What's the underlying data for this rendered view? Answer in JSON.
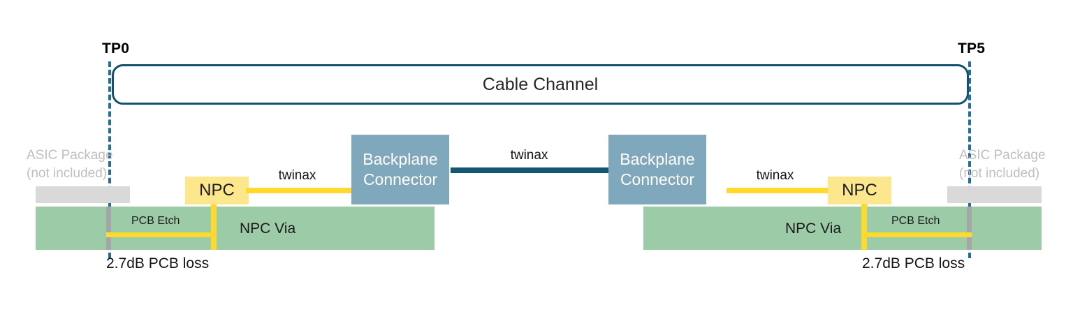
{
  "diagram": {
    "title": "Cable Channel link budget diagram",
    "testpoints": {
      "left_label": "TP0",
      "right_label": "TP5"
    },
    "cable_channel": {
      "label": "Cable Channel"
    },
    "asic_left": {
      "line1": "ASIC Package",
      "line2": "(not included)"
    },
    "asic_right": {
      "line1": "ASIC Package",
      "line2": "(not included)"
    },
    "pcb_left": {
      "etch_label": "PCB Etch",
      "via_label": "NPC Via",
      "loss_label": "2.7dB PCB loss"
    },
    "pcb_right": {
      "etch_label": "PCB Etch",
      "via_label": "NPC Via",
      "loss_label": "2.7dB PCB loss"
    },
    "npc_left": {
      "label": "NPC"
    },
    "npc_right": {
      "label": "NPC"
    },
    "connector_left": {
      "line1": "Backplane",
      "line2": "Connector"
    },
    "connector_right": {
      "line1": "Backplane",
      "line2": "Connector"
    },
    "twinax_left": {
      "label": "twinax"
    },
    "twinax_middle": {
      "label": "twinax"
    },
    "twinax_right": {
      "label": "twinax"
    },
    "colors": {
      "pcb_green": "#9CCBA7",
      "npc_yellow": "#FCE78D",
      "trace_yellow": "#FFD92B",
      "connector_blue": "#7FA8BD",
      "cable_channel_border": "#12526E",
      "testpoint_dash": "#1F6FA5",
      "asic_gray": "#D9D9D9",
      "asic_text_gray": "#BFBFBF",
      "twinax_dark": "#13566F"
    }
  }
}
